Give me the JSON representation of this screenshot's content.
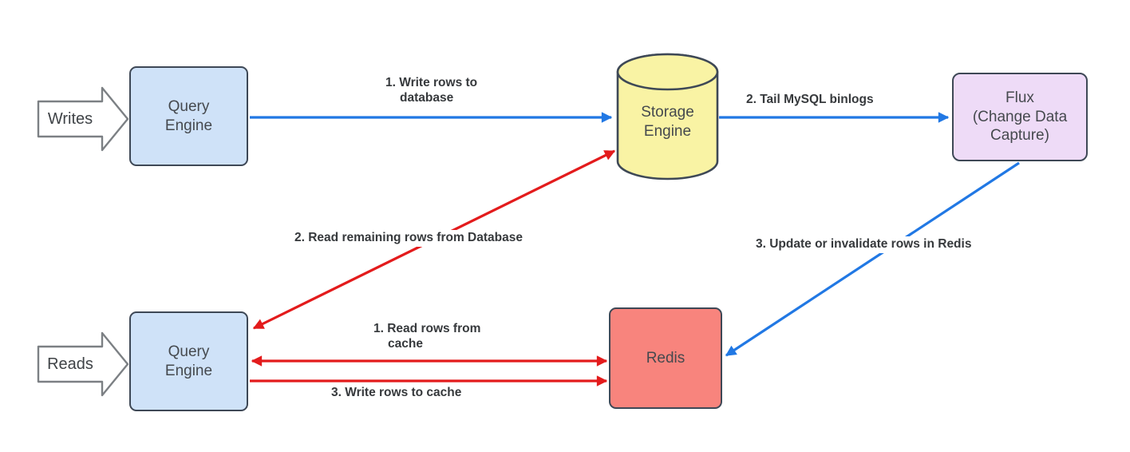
{
  "diagram": {
    "type": "flowchart",
    "colors": {
      "background": "#ffffff",
      "blue_arrow": "#2178e4",
      "red_arrow": "#e31b1c",
      "node_border": "#3e4856",
      "flow_arrow_border": "#7c8084",
      "flow_arrow_fill": "#ffffff",
      "query_engine_fill": "#cfe2f8",
      "storage_engine_fill": "#f9f3a4",
      "flux_fill": "#eedbf7",
      "redis_fill": "#f8847d",
      "node_text": "#45494e",
      "edge_label_text": "#36393c"
    },
    "nodes": {
      "writes_entry": {
        "label": "Writes",
        "shape": "block-arrow"
      },
      "reads_entry": {
        "label": "Reads",
        "shape": "block-arrow"
      },
      "query_engine_write": {
        "label": "Query\nEngine",
        "shape": "rounded-rect"
      },
      "storage_engine": {
        "label": "Storage\nEngine",
        "shape": "cylinder"
      },
      "flux_cdc": {
        "label": "Flux\n(Change Data\nCapture)",
        "shape": "rounded-rect"
      },
      "query_engine_read": {
        "label": "Query\nEngine",
        "shape": "rounded-rect"
      },
      "redis": {
        "label": "Redis",
        "shape": "rounded-rect"
      }
    },
    "edges": {
      "write_rows_to_database": {
        "label_line1": "1. Write rows to",
        "label_line2": "database",
        "from": "query_engine_write",
        "to": "storage_engine",
        "color": "blue",
        "bidirectional": false
      },
      "tail_mysql_binlogs": {
        "label": "2. Tail MySQL binlogs",
        "from": "storage_engine",
        "to": "flux_cdc",
        "color": "blue",
        "bidirectional": false
      },
      "update_or_invalidate_rows": {
        "label": "3. Update or invalidate rows in Redis",
        "from": "flux_cdc",
        "to": "redis",
        "color": "blue",
        "bidirectional": false
      },
      "read_remaining_rows": {
        "label": "2. Read remaining rows from Database",
        "from": "query_engine_read",
        "to": "storage_engine",
        "color": "red",
        "bidirectional": true
      },
      "read_rows_from_cache": {
        "label_line1": "1. Read rows from",
        "label_line2": "cache",
        "from": "query_engine_read",
        "to": "redis",
        "color": "red",
        "bidirectional": true
      },
      "write_rows_to_cache": {
        "label": "3. Write rows to cache",
        "from": "query_engine_read",
        "to": "redis",
        "color": "red",
        "bidirectional": false
      }
    }
  }
}
